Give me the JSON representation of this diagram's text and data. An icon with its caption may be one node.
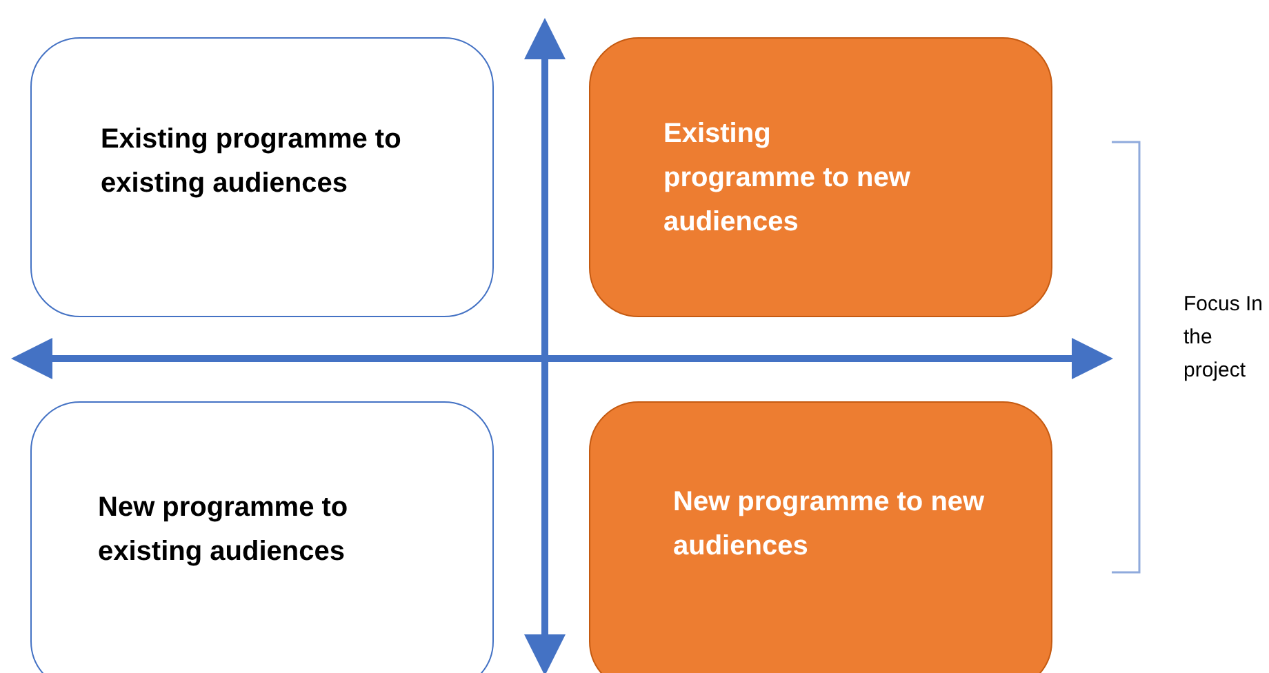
{
  "diagram": {
    "nodes": [
      {
        "text": [
          "Existing programme to existing audiences"
        ]
      },
      {
        "text": [
          "Existing programme to new audiences"
        ]
      },
      {
        "text": [
          "New programme to existing audiences"
        ]
      },
      {
        "text": [
          "New programme to new audiences"
        ]
      }
    ],
    "labels": [
      "Focus In the project"
    ]
  }
}
